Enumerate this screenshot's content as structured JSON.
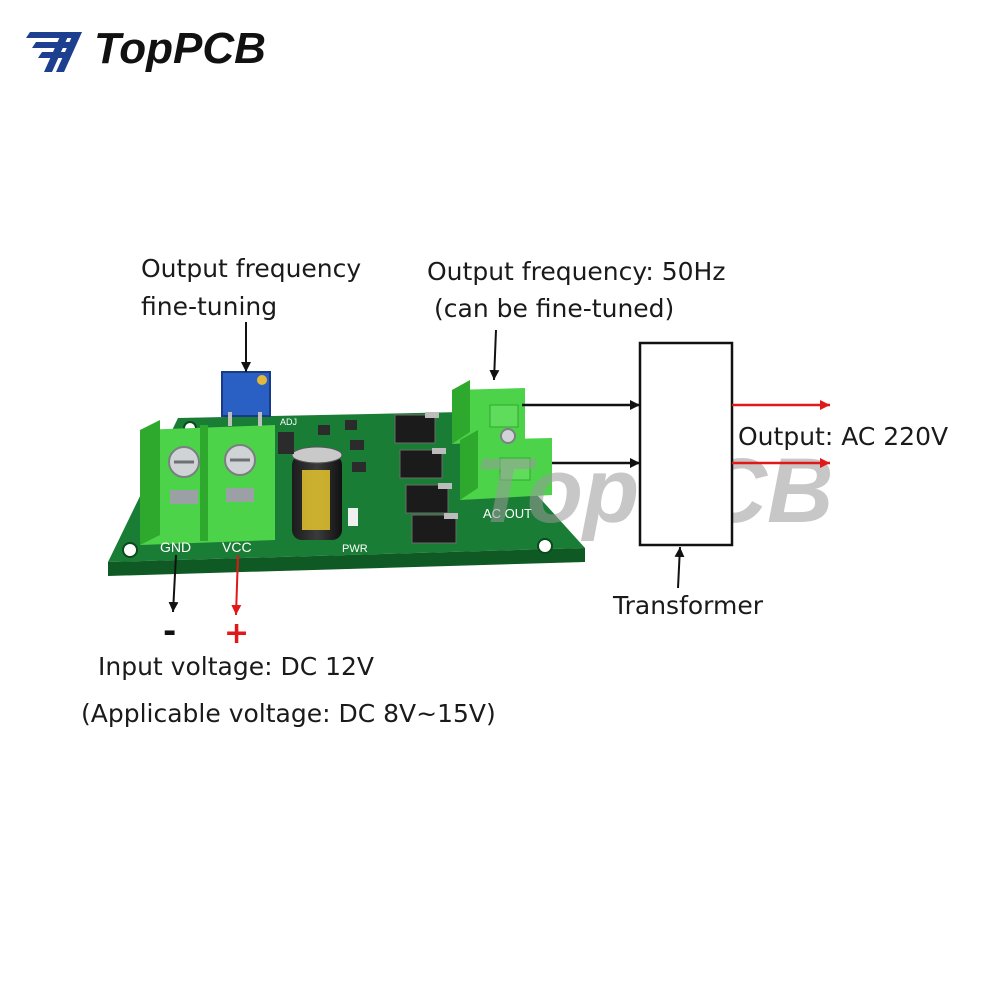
{
  "brand": {
    "name": "TopPCB"
  },
  "watermark": {
    "text": "TopPCB"
  },
  "board": {
    "silkscreen": {
      "gnd": "GND",
      "vcc": "VCC",
      "pwr": "PWR",
      "ac_out": "AC OUT",
      "adj": "ADJ"
    }
  },
  "labels": {
    "fine_tuning_line1": "Output frequency",
    "fine_tuning_line2": "fine-tuning",
    "freq_line1": "Output frequency: 50Hz",
    "freq_line2": "(can be fine-tuned)",
    "output": "Output: AC 220V",
    "transformer": "Transformer",
    "minus": "-",
    "plus": "+",
    "input_voltage": "Input voltage: DC 12V",
    "applicable_voltage": "(Applicable voltage: DC 8V~15V)"
  },
  "colors": {
    "pcb": "#1f8a3c",
    "terminal": "#4cd34a",
    "arrow_red": "#e01818",
    "arrow_black": "#111111",
    "logo_blue": "#1d3f8f"
  }
}
